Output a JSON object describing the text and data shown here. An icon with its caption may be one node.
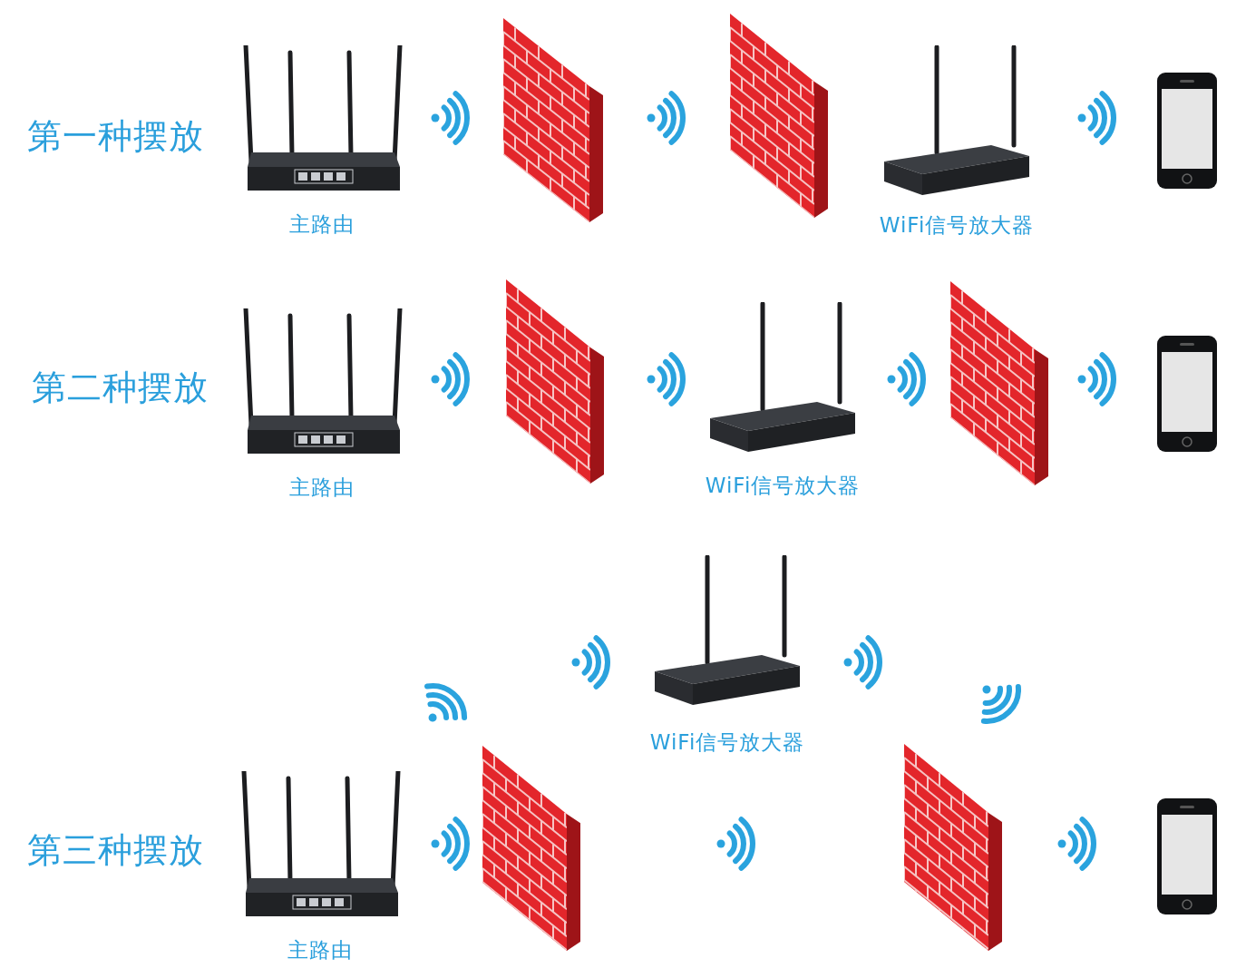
{
  "diagram": {
    "nodes": [
      {
        "text": [
          "主路由"
        ]
      },
      {
        "text": [],
        "shape": "picture"
      },
      {
        "text": [],
        "shape": "picture"
      },
      {
        "text": [
          "WiFi信号放大器"
        ]
      },
      {
        "text": [],
        "shape": "picture"
      },
      {
        "text": [
          "主路由"
        ]
      },
      {
        "text": [],
        "shape": "picture"
      },
      {
        "text": [
          "WiFi信号放大器"
        ]
      },
      {
        "text": [],
        "shape": "picture"
      },
      {
        "text": [],
        "shape": "picture"
      },
      {
        "text": [
          "WiFi信号放大器"
        ]
      },
      {
        "text": [
          "主路由"
        ]
      },
      {
        "text": [],
        "shape": "picture"
      },
      {
        "text": [],
        "shape": "picture"
      },
      {
        "text": [],
        "shape": "picture"
      }
    ],
    "labels": [
      "第一种摆放",
      "第二种摆放",
      "第三种摆放"
    ]
  }
}
